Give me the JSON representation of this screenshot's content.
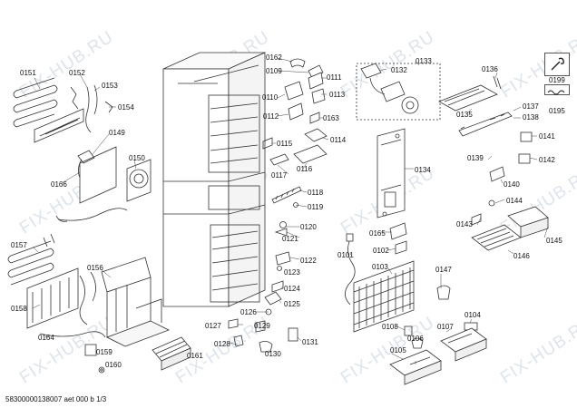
{
  "watermark": "FIX-HUB.RU",
  "footer": "58300000138007 aet 000 b 1/3",
  "legend": [
    "0199",
    "0195"
  ],
  "labels": {
    "p0101": "0101",
    "p0102": "0102",
    "p0103": "0103",
    "p0104": "0104",
    "p0105": "0105",
    "p0106": "0106",
    "p0107": "0107",
    "p0108": "0108",
    "p0109": "0109",
    "p0110": "0110",
    "p0111": "0111",
    "p0112": "0112",
    "p0113": "0113",
    "p0114": "0114",
    "p0115": "0115",
    "p0116": "0116",
    "p0117": "0117",
    "p0118": "0118",
    "p0119": "0119",
    "p0120": "0120",
    "p0121": "0121",
    "p0122": "0122",
    "p0123": "0123",
    "p0124": "0124",
    "p0125": "0125",
    "p0126": "0126",
    "p0127": "0127",
    "p0128": "0128",
    "p0129": "0129",
    "p0130": "0130",
    "p0131": "0131",
    "p0132": "0132",
    "p0133": "0133",
    "p0134": "0134",
    "p0135": "0135",
    "p0136": "0136",
    "p0137": "0137",
    "p0138": "0138",
    "p0139": "0139",
    "p0140": "0140",
    "p0141": "0141",
    "p0142": "0142",
    "p0143": "0143",
    "p0144": "0144",
    "p0145": "0145",
    "p0146": "0146",
    "p0147": "0147",
    "p0149": "0149",
    "p0150": "0150",
    "p0151": "0151",
    "p0152": "0152",
    "p0153": "0153",
    "p0154": "0154",
    "p0156": "0156",
    "p0157": "0157",
    "p0158": "0158",
    "p0159": "0159",
    "p0160": "0160",
    "p0161": "0161",
    "p0162": "0162",
    "p0163": "0163",
    "p0164": "0164",
    "p0165": "0165",
    "p0166": "0166"
  }
}
